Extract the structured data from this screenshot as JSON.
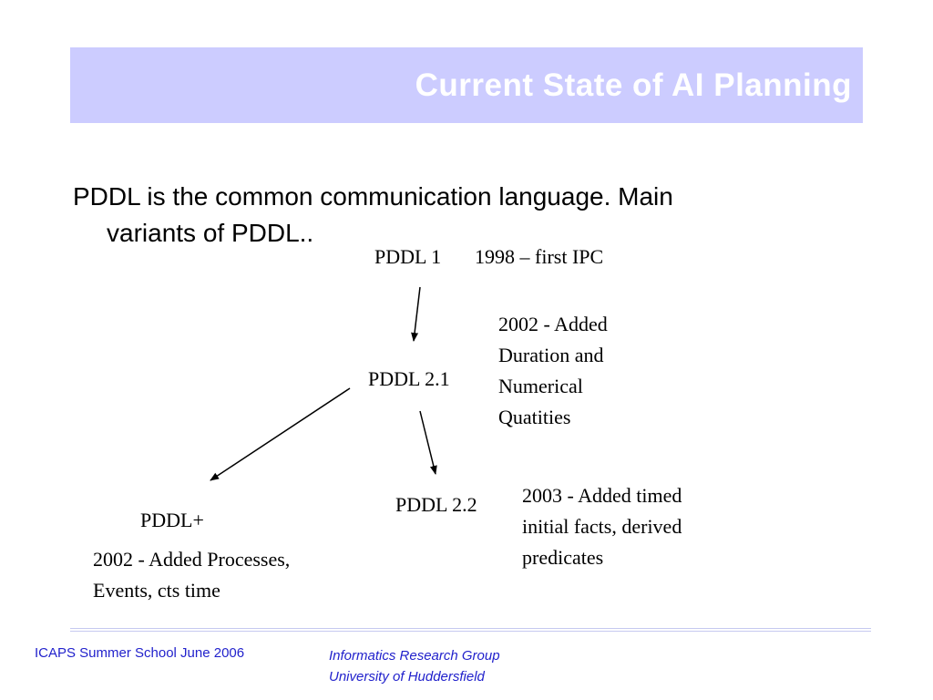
{
  "slide": {
    "title": "Current State of AI Planning",
    "bullet_line1": "PDDL is the common communication language. Main",
    "bullet_line2": "variants of PDDL.."
  },
  "diagram": {
    "pddl1": {
      "label": "PDDL 1",
      "note": "1998 – first IPC"
    },
    "pddl21": {
      "label": "PDDL 2.1",
      "note_lines": [
        "2002 - Added",
        "Duration and",
        "Numerical",
        "Quatities"
      ]
    },
    "pddl22": {
      "label": "PDDL 2.2",
      "note_lines": [
        "2003  - Added timed",
        "initial facts, derived",
        "predicates"
      ]
    },
    "pddlplus": {
      "label": "PDDL+",
      "note_lines": [
        "2002 - Added Processes,",
        "Events, cts time"
      ]
    }
  },
  "footer": {
    "left": "ICAPS Summer School June 2006",
    "right_line1": "Informatics Research Group",
    "right_line2": "University of Huddersfield"
  },
  "colors": {
    "title_band": "#ccccff",
    "title_text": "#ffffff",
    "footer_text": "#2222cc",
    "footer_rule": "#c6c9f0"
  }
}
